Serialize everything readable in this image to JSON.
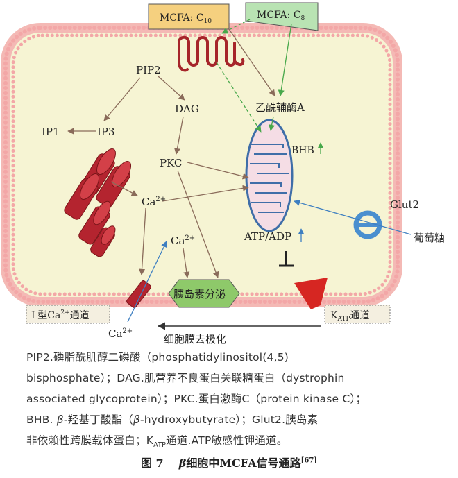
{
  "diagram": {
    "mcfa_c10": {
      "prefix": "MCFA: C",
      "sub": "10"
    },
    "mcfa_c8": {
      "prefix": "MCFA: C",
      "sub": "8"
    },
    "pip2": "PIP2",
    "dag": "DAG",
    "ip1": "IP1",
    "ip3": "IP3",
    "pkc": "PKC",
    "ca_cytosol": {
      "base": "Ca",
      "sup": "2+"
    },
    "ca_inner": {
      "base": "Ca",
      "sup": "2+"
    },
    "ca_outside": {
      "base": "Ca",
      "sup": "2+"
    },
    "acetyl_coa": "乙酰辅酶A",
    "bhb": "BHB",
    "atp_adp": "ATP/ADP",
    "glut2": "Glut2",
    "glucose": "葡萄糖",
    "insulin_secretion": "胰岛素分泌",
    "l_channel": {
      "pre": "L型Ca",
      "sup": "2+",
      "post": "通道"
    },
    "katp_channel": {
      "pre": "K",
      "sub": "ATP",
      "post": "通道"
    },
    "depolarization": "细胞膜去极化",
    "colors": {
      "cell_fill": "#f6f4d3",
      "cell_border": "#f4b9b5",
      "cell_dots": "#f3a7a7",
      "mcfa_c10_fill": "#f5d07f",
      "mcfa_c8_fill": "#b9e3b3",
      "receptor": "#a6252a",
      "er": "#b4242f",
      "mito_fill": "#f5dde5",
      "mito_stroke": "#3f6ea8",
      "glut2": "#4a8fcf",
      "insulin_fill": "#8ec96a",
      "katp": "#d62622",
      "arrow_brown": "#8a6b5a",
      "arrow_green": "#47a84a",
      "arrow_blue": "#3e7fc1"
    }
  },
  "caption": {
    "line1": "PIP2.磷脂酰肌醇二磷酸（phosphatidylinositol(4,5)",
    "line2": "bisphosphate）；DAG.肌营养不良蛋白关联糖蛋白（dystrophin",
    "line3": "associated glycoprotein）；PKC.蛋白激酶C（protein kinase C）；",
    "line4a": "BHB. ",
    "line4b": "β",
    "line4c": "-羟基丁酸酯（",
    "line4d": "β",
    "line4e": "-hydroxybutyrate）；Glut2.胰岛素",
    "line5": "非依赖性跨膜载体蛋白；",
    "line6a": "K",
    "line6b": "ATP",
    "line6c": "通道.ATP敏感性钾通道。"
  },
  "figure": {
    "number": "图 7",
    "beta": "β",
    "title": "细胞中MCFA信号通路",
    "ref": "[67]"
  }
}
